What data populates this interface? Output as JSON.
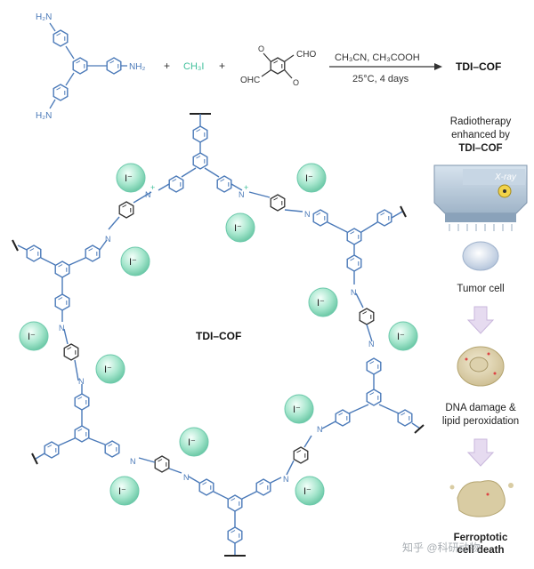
{
  "reaction": {
    "reactant1_label": "NH₂",
    "reactant1_amine_top": "H₂N",
    "reactant1_amine_bottom": "H₂N",
    "plus1": "+",
    "reagent2": "CH₃I",
    "plus2": "+",
    "reactant3_cho_top": "CHO",
    "reactant3_cho_bottom": "OHC",
    "conditions_top": "CH₃CN, CH₃COOH",
    "conditions_bottom": "25°C, 4 days",
    "product": "TDI–COF"
  },
  "framework": {
    "center_label": "TDI–COF",
    "iodide_label": "I⁻",
    "nitrogen_label": "N",
    "plus_label": "+",
    "methoxy_label": "O"
  },
  "panel": {
    "title_line1": "Radiotherapy",
    "title_line2": "enhanced by",
    "title_line3": "TDI–COF",
    "xray_label": "X-ray",
    "tumor_label": "Tumor cell",
    "damage_line1": "DNA damage &",
    "damage_line2": "lipid peroxidation",
    "death_line1": "Ferroptotic",
    "death_line2": "cell death"
  },
  "watermark": "知乎 @科研动物",
  "colors": {
    "bond_blue": "#4a79b8",
    "iodide_green": "#9fe3c8",
    "reagent_green": "#3fbf9a",
    "arrow_purple": "#c9b7dc"
  }
}
